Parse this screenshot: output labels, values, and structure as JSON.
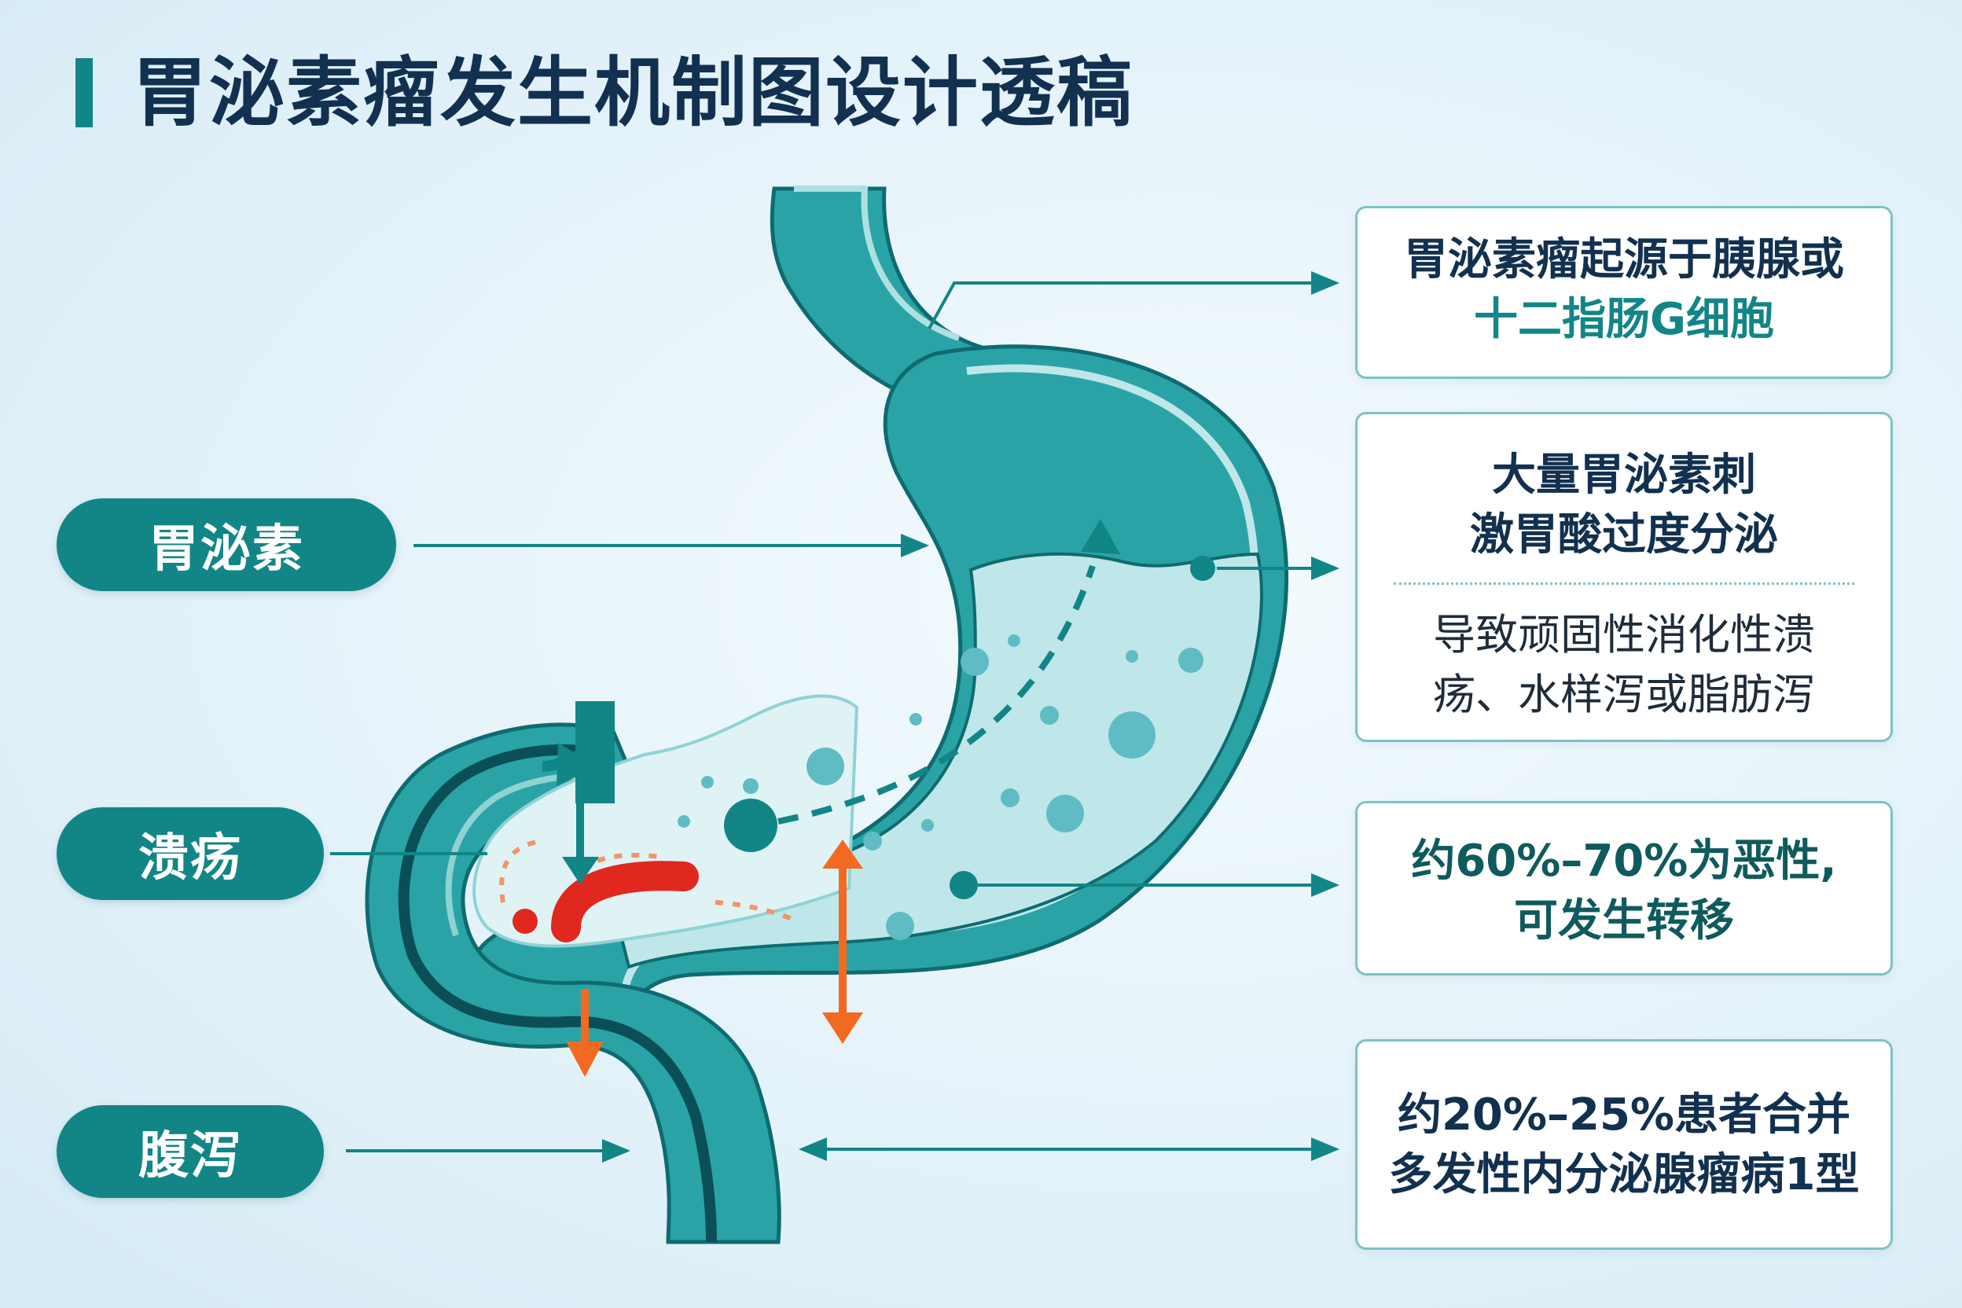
{
  "title": "胃泌素瘤发生机制图设计透稿",
  "labels": {
    "gastrin": "胃泌素",
    "ulcer": "溃疡",
    "diarrhea": "腹泻"
  },
  "cards": {
    "origin": {
      "line1": "胃泌素瘤起源于胰腺或",
      "line2": "十二指肠G细胞"
    },
    "stimulation": {
      "line1": "大量胃泌素刺",
      "line2": "激胃酸过度分泌",
      "line3": "导致顽固性消化性溃",
      "line4": "疡、水样泻或脂肪泻"
    },
    "malignancy": {
      "line1": "约60%–70%为恶性,",
      "line2": "可发生转移"
    },
    "men1": {
      "line1": "约20%–25%患者合并",
      "line2": "多发性内分泌腺瘤病1型"
    }
  },
  "colors": {
    "teal": "#128587",
    "dark_teal": "#0e6b70",
    "navy": "#12304f",
    "ulcer_red": "#e0281e",
    "orange_arrow": "#f26a22",
    "acid_fill": "#bfe6e8",
    "card_border": "#7cc3c3"
  }
}
